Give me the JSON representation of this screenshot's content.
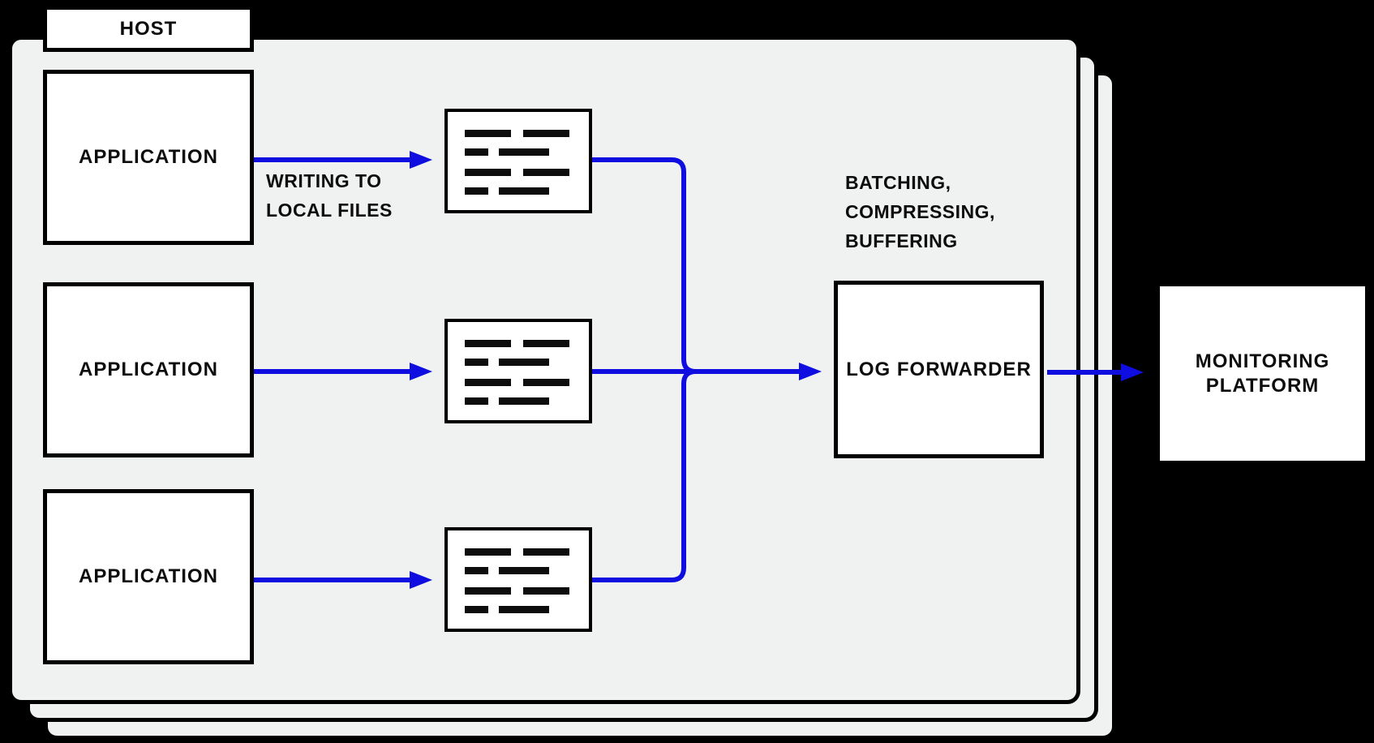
{
  "colors": {
    "background": "#000000",
    "host_fill": "#f0f1f1",
    "box_fill": "#ffffff",
    "line": "#000000",
    "arrow": "#0f0ddf",
    "text": "#0d0d0d"
  },
  "host": {
    "label": "HOST"
  },
  "applications": [
    {
      "label": "APPLICATION"
    },
    {
      "label": "APPLICATION"
    },
    {
      "label": "APPLICATION"
    }
  ],
  "log_files": {
    "icon_name": "log-file-icon"
  },
  "annotations": {
    "writing": {
      "lines": [
        "WRITING TO",
        "LOCAL FILES"
      ]
    },
    "forwarder": {
      "lines": [
        "BATCHING,",
        "COMPRESSING,",
        "BUFFERING"
      ]
    }
  },
  "log_forwarder": {
    "label": "LOG FORWARDER"
  },
  "monitoring_platform": {
    "lines": [
      "MONITORING",
      "PLATFORM"
    ]
  }
}
